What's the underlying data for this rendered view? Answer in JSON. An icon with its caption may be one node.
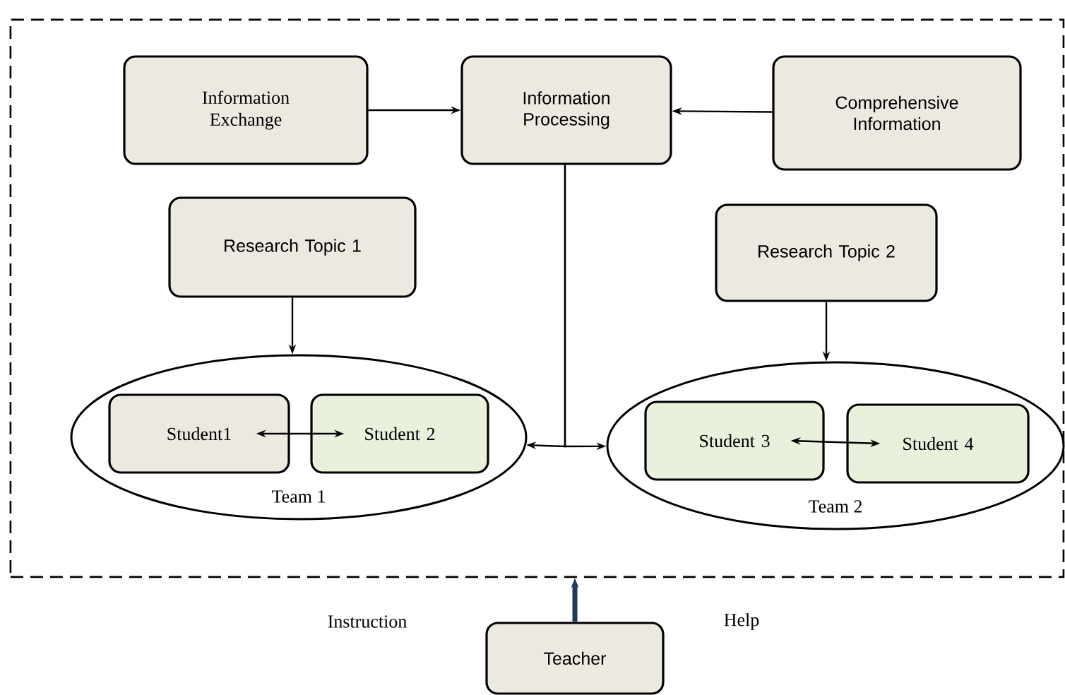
{
  "diagram": {
    "nodes": [
      {
        "text": [],
        "shape": "box"
      },
      {
        "text": [
          "Information Exchange"
        ],
        "in": 0
      },
      {
        "text": [
          "Information Processing"
        ],
        "in": 0
      },
      {
        "text": [
          "Comprehensive Information"
        ],
        "in": 0
      },
      {
        "text": [
          "Research Topic 1"
        ],
        "in": 0
      },
      {
        "text": [
          "Research Topic 2"
        ],
        "in": 0
      },
      {
        "text": [
          "Team 1"
        ],
        "in": 0
      },
      {
        "text": [
          "Student1"
        ],
        "in": 6
      },
      {
        "text": [
          "Student 2"
        ],
        "in": 6
      },
      {
        "text": [
          "Team 2"
        ],
        "in": 0
      },
      {
        "text": [
          "Student 3"
        ],
        "in": 9
      },
      {
        "text": [
          "Student 4"
        ],
        "in": 9
      },
      {
        "text": [
          "Teacher"
        ]
      }
    ],
    "edges": [
      {
        "from": 1,
        "to": 2,
        "arrow": "to"
      },
      {
        "from": 3,
        "to": 2,
        "arrow": "to"
      },
      {
        "from": 4,
        "to": 6,
        "arrow": "to"
      },
      {
        "from": 5,
        "to": 9,
        "arrow": "to"
      },
      {
        "from": 7,
        "to": 8,
        "arrow": "both"
      },
      {
        "from": 10,
        "to": 11,
        "arrow": "both"
      },
      {
        "from": 2,
        "to": 6,
        "arrow": "to"
      },
      {
        "from": 2,
        "to": 9,
        "arrow": "to"
      },
      {
        "from": 12,
        "to": 0,
        "arrow": "to",
        "style": "thick",
        "color": "#1f3a5f"
      }
    ],
    "labels": [
      "Instruction",
      "Help"
    ]
  }
}
